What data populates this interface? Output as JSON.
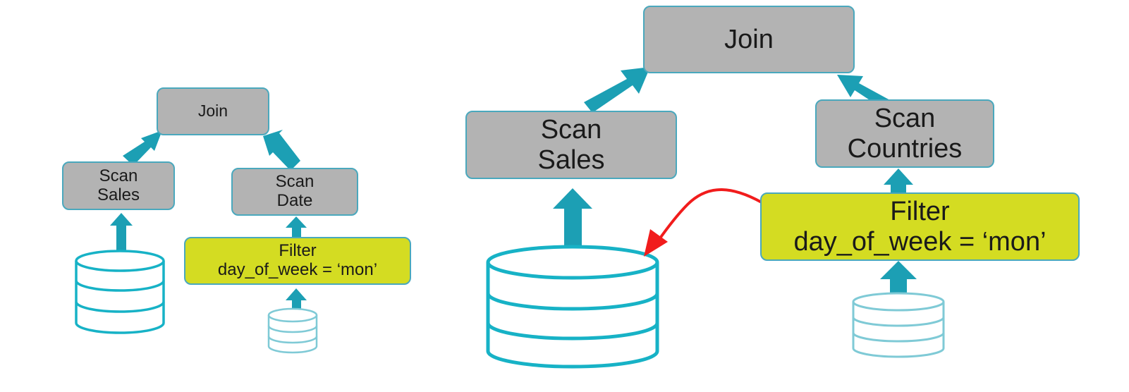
{
  "colors": {
    "node_fill": "#b3b3b3",
    "filter_fill": "#d4dc22",
    "arrow": "#1c9fb4",
    "database": "#17b2c6",
    "database_light": "#7fcad6",
    "pushdown_arrow": "#f11c1c"
  },
  "left_plan": {
    "join": {
      "label": "Join"
    },
    "scan_sales": {
      "line1": "Scan",
      "line2": "Sales"
    },
    "scan_date": {
      "line1": "Scan",
      "line2": "Date"
    },
    "filter": {
      "line1": "Filter",
      "line2": "day_of_week = ‘mon’"
    },
    "icons": [
      "sales-database-icon",
      "date-database-icon"
    ]
  },
  "right_plan": {
    "join": {
      "label": "Join"
    },
    "scan_sales": {
      "line1": "Scan",
      "line2": "Sales"
    },
    "scan_countries": {
      "line1": "Scan",
      "line2": "Countries"
    },
    "filter": {
      "line1": "Filter",
      "line2": "day_of_week = ‘mon’"
    },
    "icons": [
      "sales-database-icon",
      "countries-database-icon",
      "pushdown-arrow-icon"
    ]
  }
}
